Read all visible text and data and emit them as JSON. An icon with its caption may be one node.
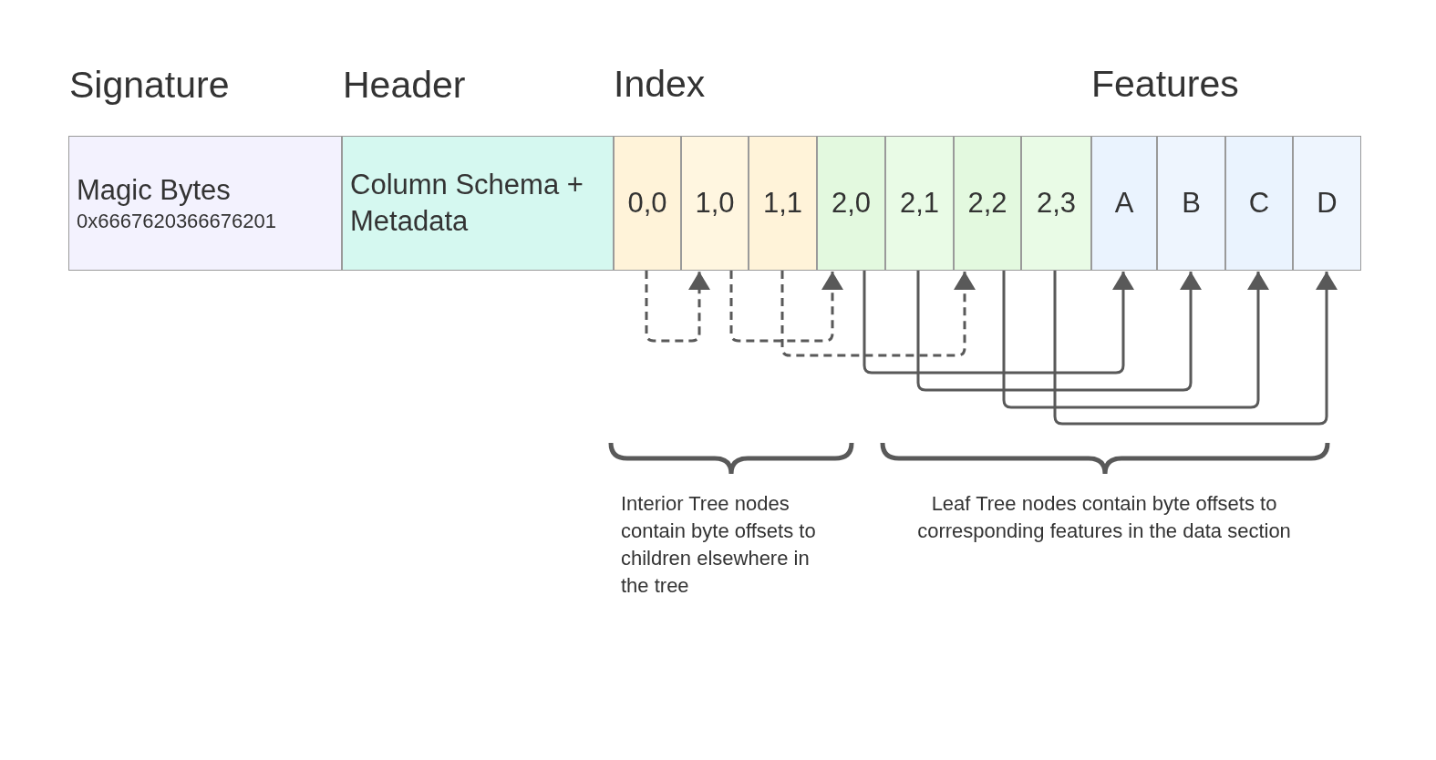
{
  "diagram": {
    "nodes": [
      {
        "text": [
          "Signature",
          "Magic Bytes",
          "0x6667620366676201"
        ]
      },
      {
        "text": [
          "Header",
          "Column Schema + Metadata"
        ]
      },
      {
        "text": [
          "Index"
        ]
      },
      {
        "text": [
          "0,0"
        ],
        "in": 2
      },
      {
        "text": [
          "1,0"
        ],
        "in": 2
      },
      {
        "text": [
          "1,1"
        ],
        "in": 2
      },
      {
        "text": [
          "2,0"
        ],
        "in": 2
      },
      {
        "text": [
          "2,1"
        ],
        "in": 2
      },
      {
        "text": [
          "2,2"
        ],
        "in": 2
      },
      {
        "text": [
          "2,3"
        ],
        "in": 2
      },
      {
        "text": [
          "Features"
        ]
      },
      {
        "text": [
          "A"
        ],
        "in": 10
      },
      {
        "text": [
          "B"
        ],
        "in": 10
      },
      {
        "text": [
          "C"
        ],
        "in": 10
      },
      {
        "text": [
          "D"
        ],
        "in": 10
      }
    ],
    "edges": [
      {
        "from": 3,
        "to": 4,
        "arrow": "to",
        "style": "dashed"
      },
      {
        "from": 4,
        "to": 6,
        "arrow": "to",
        "style": "dashed"
      },
      {
        "from": 5,
        "to": 8,
        "arrow": "to",
        "style": "dashed"
      },
      {
        "from": 6,
        "to": 11,
        "arrow": "to"
      },
      {
        "from": 7,
        "to": 12,
        "arrow": "to"
      },
      {
        "from": 8,
        "to": 13,
        "arrow": "to"
      },
      {
        "from": 9,
        "to": 14,
        "arrow": "to"
      }
    ],
    "labels": [
      "Interior Tree nodes contain byte offsets to children elsewhere in the tree",
      "Leaf Tree nodes contain byte offsets to corresponding features in the data section"
    ]
  }
}
